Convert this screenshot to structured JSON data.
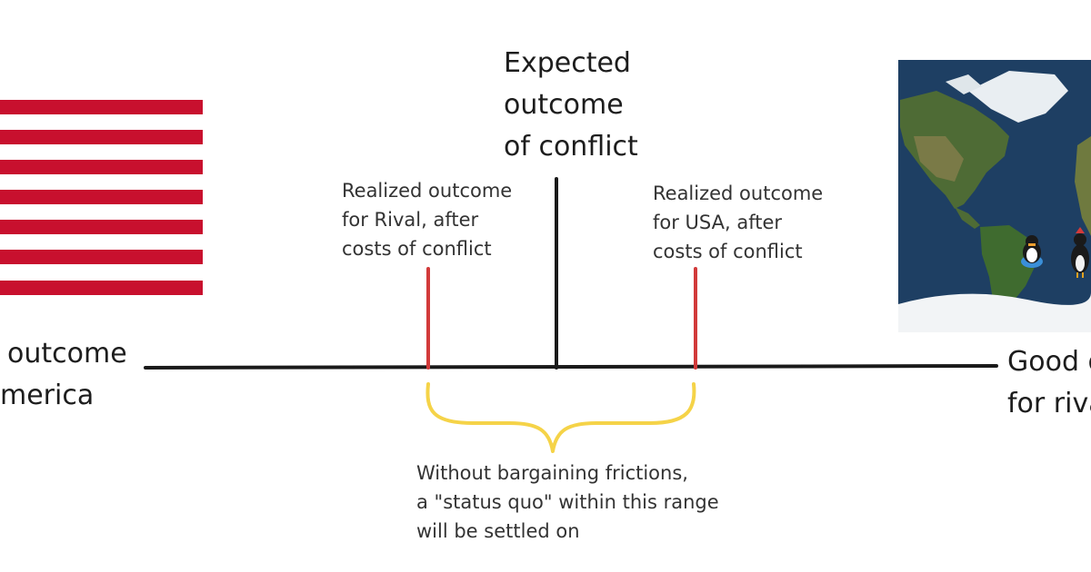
{
  "labels": {
    "left_outcome_line1": "outcome",
    "left_outcome_line2": "merica",
    "right_outcome_line1": "Good o",
    "right_outcome_line2": "for riva",
    "expected_line1": "Expected",
    "expected_line2": "outcome",
    "expected_line3": "of conflict",
    "rival_line1": "Realized outcome",
    "rival_line2": "for Rival, after",
    "rival_line3": "costs of conflict",
    "usa_line1": "Realized outcome",
    "usa_line2": "for USA, after",
    "usa_line3": "costs of conflict",
    "range_line1": "Without bargaining frictions,",
    "range_line2": "a \"status quo\" within this range",
    "range_line3": "will be settled on"
  },
  "colors": {
    "axis": "#1a1a1a",
    "realized_marker": "#d23a3a",
    "brace": "#f5d348",
    "flag_stripe": "#c8102e",
    "ocean": "#1e3f63",
    "land": "#4e6b35",
    "ice": "#f2f4f6"
  },
  "icons": {
    "flag": "us-flag-stripes-icon",
    "world_map": "world-map-icon",
    "penguin": "penguin-icon",
    "bird": "rooster-icon"
  }
}
